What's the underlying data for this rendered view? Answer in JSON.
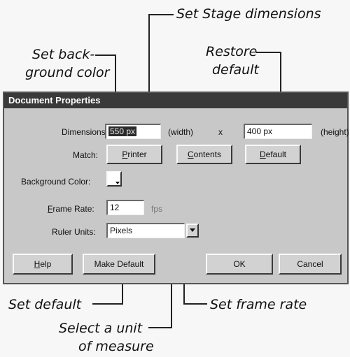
{
  "callouts": {
    "set_stage_dimensions": "Set Stage dimensions",
    "set_background_color_line1": "Set back-",
    "set_background_color_line2": "ground color",
    "restore_default_line1": "Restore",
    "restore_default_line2": "default",
    "set_default": "Set default",
    "set_frame_rate": "Set frame rate",
    "select_unit_line1": "Select a unit",
    "select_unit_line2": "of measure"
  },
  "dialog": {
    "title": "Document Properties",
    "dimensions_label": "Dimensions:",
    "width_value_selected": "550 px",
    "width_unit_label": "(width)",
    "times_label": "x",
    "height_value": "400 px",
    "height_unit_label": "(height)",
    "match_label": "Match:",
    "match_buttons": {
      "printer": "Printer",
      "contents": "Contents",
      "default": "Default"
    },
    "background_color_label": "Background Color:",
    "background_color": "#ffffff",
    "frame_rate_label": "Frame Rate:",
    "frame_rate_value": "12",
    "frame_rate_unit": "fps",
    "ruler_units_label": "Ruler Units:",
    "ruler_units_value": "Pixels",
    "buttons": {
      "help": "Help",
      "make_default": "Make Default",
      "ok": "OK",
      "cancel": "Cancel"
    }
  },
  "icons": {
    "dropdown": "chevron-down-icon",
    "swatch_arrow": "triangle-down-icon"
  }
}
